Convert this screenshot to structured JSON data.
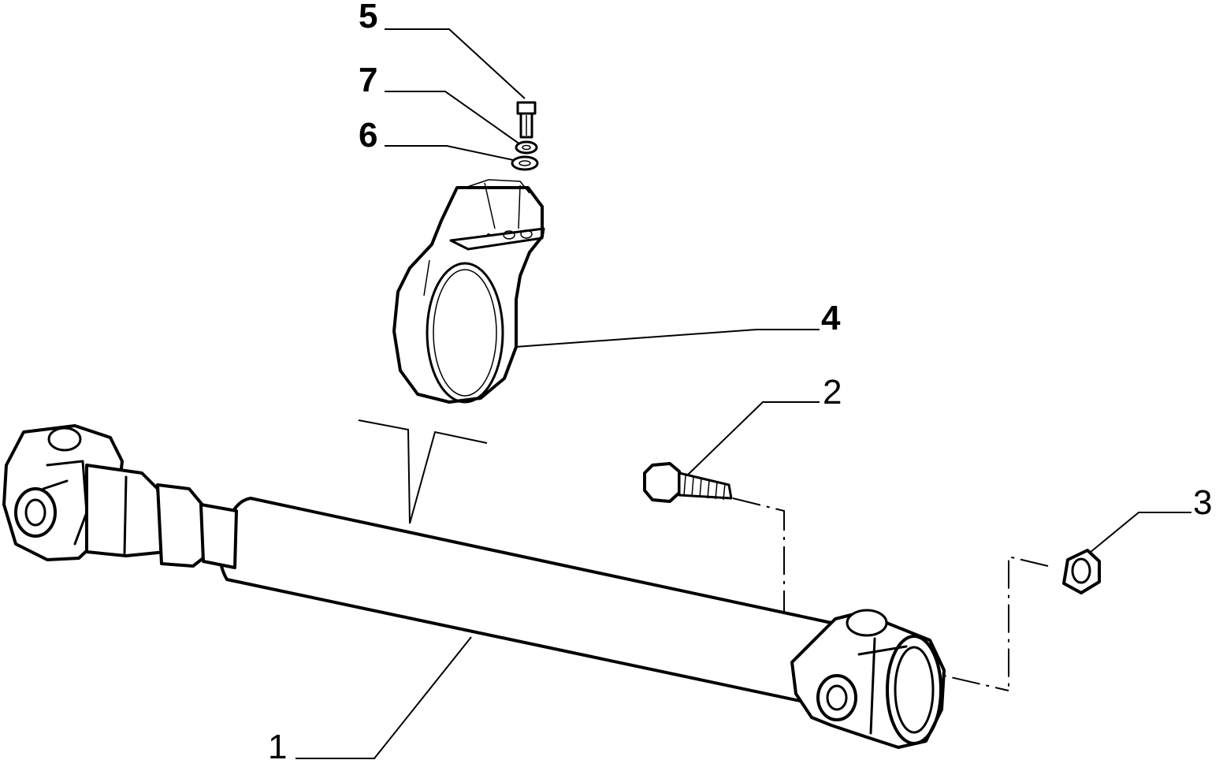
{
  "callouts": [
    {
      "id": "c5",
      "text": "5",
      "weight": "bold"
    },
    {
      "id": "c7",
      "text": "7",
      "weight": "bold"
    },
    {
      "id": "c6",
      "text": "6",
      "weight": "bold"
    },
    {
      "id": "c4",
      "text": "4",
      "weight": "bold"
    },
    {
      "id": "c2",
      "text": "2",
      "weight": "normal"
    },
    {
      "id": "c3",
      "text": "3",
      "weight": "normal"
    },
    {
      "id": "c1",
      "text": "1",
      "weight": "normal"
    }
  ],
  "parts": {
    "drive_shaft": "1",
    "bolt": "2",
    "nut": "3",
    "support_bracket": "4",
    "screw": "5",
    "washer": "6",
    "lock_washer": "7"
  }
}
